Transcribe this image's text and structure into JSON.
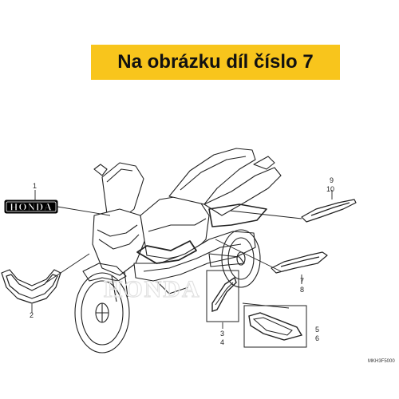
{
  "banner": {
    "text": "Na obrázku díl číslo 7",
    "background": "#f8c51c"
  },
  "decal_logo": {
    "text": "HONDA"
  },
  "watermark": {
    "text": "HONDA"
  },
  "callouts": {
    "c1": "1",
    "c2": "2",
    "c3": "3",
    "c4": "4",
    "c5": "5",
    "c6": "6",
    "c7": "7",
    "c8": "8",
    "c9": "9",
    "c10": "10"
  },
  "diagram_code": "MKH3F5000"
}
